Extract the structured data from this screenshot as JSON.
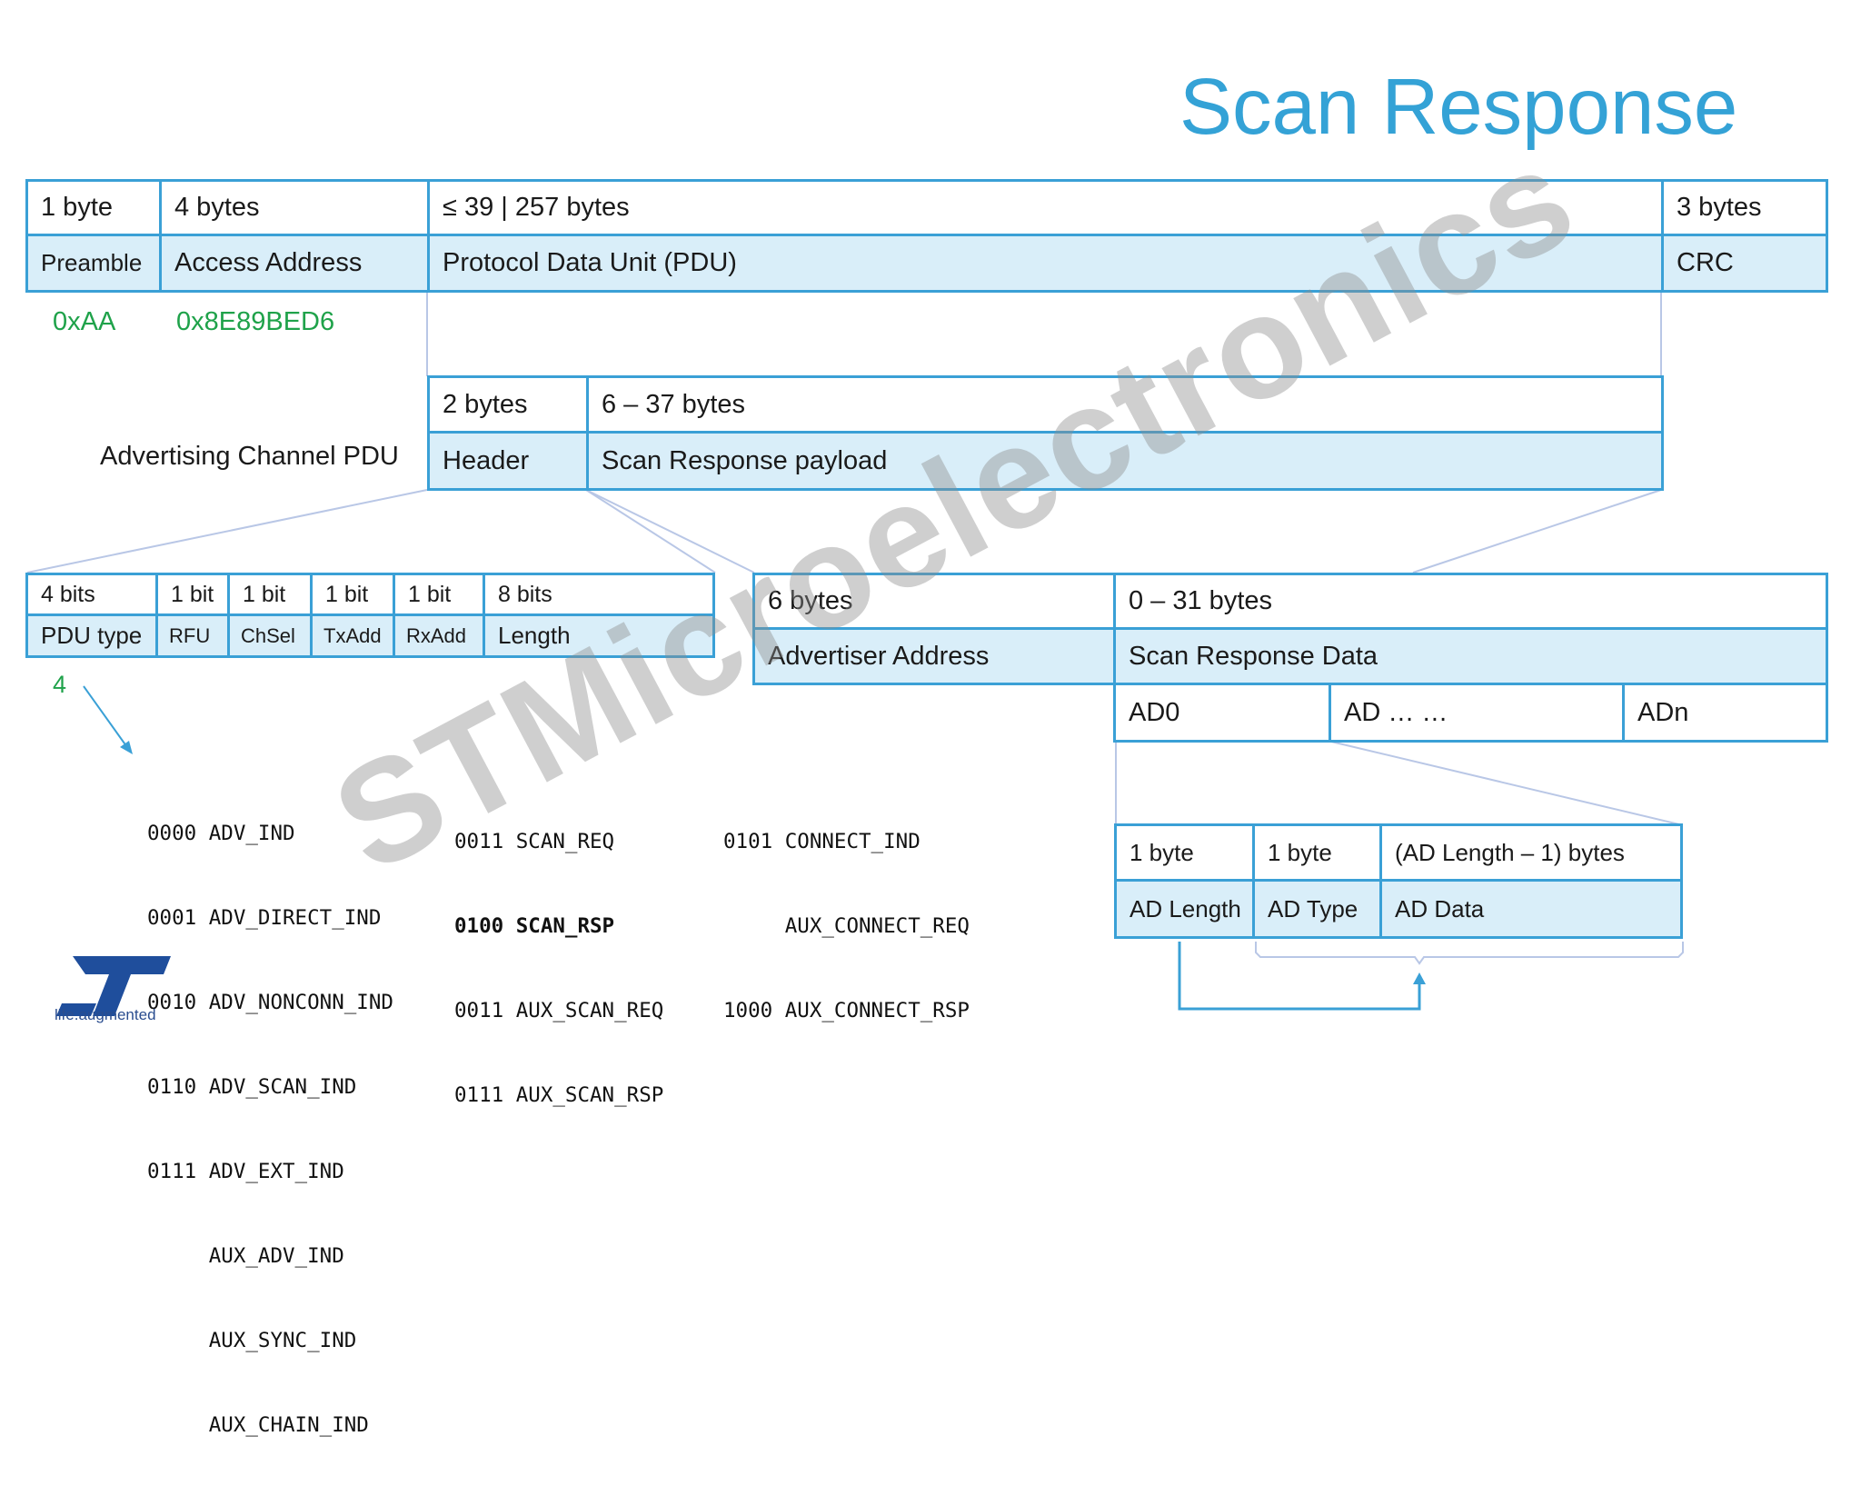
{
  "title": "Scan Response",
  "watermark": "STMicroelectronics",
  "packet": {
    "preamble": {
      "size": "1 byte",
      "name": "Preamble",
      "value": "0xAA"
    },
    "access_address": {
      "size": "4 bytes",
      "name": "Access Address",
      "value": "0x8E89BED6"
    },
    "pdu": {
      "size": "≤ 39 | 257 bytes",
      "name": "Protocol Data Unit (PDU)"
    },
    "crc": {
      "size": "3 bytes",
      "name": "CRC"
    }
  },
  "adv_pdu": {
    "label": "Advertising Channel PDU",
    "header": {
      "size": "2 bytes",
      "name": "Header"
    },
    "payload": {
      "size": "6 – 37 bytes",
      "name": "Scan Response payload"
    }
  },
  "header_fields": [
    {
      "size": "4 bits",
      "name": "PDU type"
    },
    {
      "size": "1 bit",
      "name": "RFU"
    },
    {
      "size": "1 bit",
      "name": "ChSel"
    },
    {
      "size": "1 bit",
      "name": "TxAdd"
    },
    {
      "size": "1 bit",
      "name": "RxAdd"
    },
    {
      "size": "8 bits",
      "name": "Length"
    }
  ],
  "pdu_type_value": "4",
  "pdu_types": {
    "col1": [
      "0000 ADV_IND",
      "0001 ADV_DIRECT_IND",
      "0010 ADV_NONCONN_IND",
      "0110 ADV_SCAN_IND",
      "0111 ADV_EXT_IND",
      "     AUX_ADV_IND",
      "     AUX_SYNC_IND",
      "     AUX_CHAIN_IND"
    ],
    "col2": [
      "0011 SCAN_REQ",
      "0100 SCAN_RSP",
      "0011 AUX_SCAN_REQ",
      "0111 AUX_SCAN_RSP"
    ],
    "col3": [
      "0101 CONNECT_IND",
      "     AUX_CONNECT_REQ",
      "1000 AUX_CONNECT_RSP"
    ]
  },
  "payload_fields": {
    "advertiser_address": {
      "size": "6 bytes",
      "name": "Advertiser Address"
    },
    "scan_response_data": {
      "size": "0 – 31 bytes",
      "name": "Scan Response Data"
    }
  },
  "ad_structures": [
    "AD0",
    "AD … …",
    "ADn"
  ],
  "ad_fields": [
    {
      "size": "1 byte",
      "name": "AD Length"
    },
    {
      "size": "1 byte",
      "name": "AD Type"
    },
    {
      "size": "(AD Length – 1) bytes",
      "name": "AD Data"
    }
  ],
  "logo": {
    "text": "ST",
    "tagline": "life.augmented",
    "color": "#1f4e9c"
  },
  "colors": {
    "accent": "#3aa0d6",
    "fill": "#d9eef9",
    "hex": "#1fa24a"
  }
}
